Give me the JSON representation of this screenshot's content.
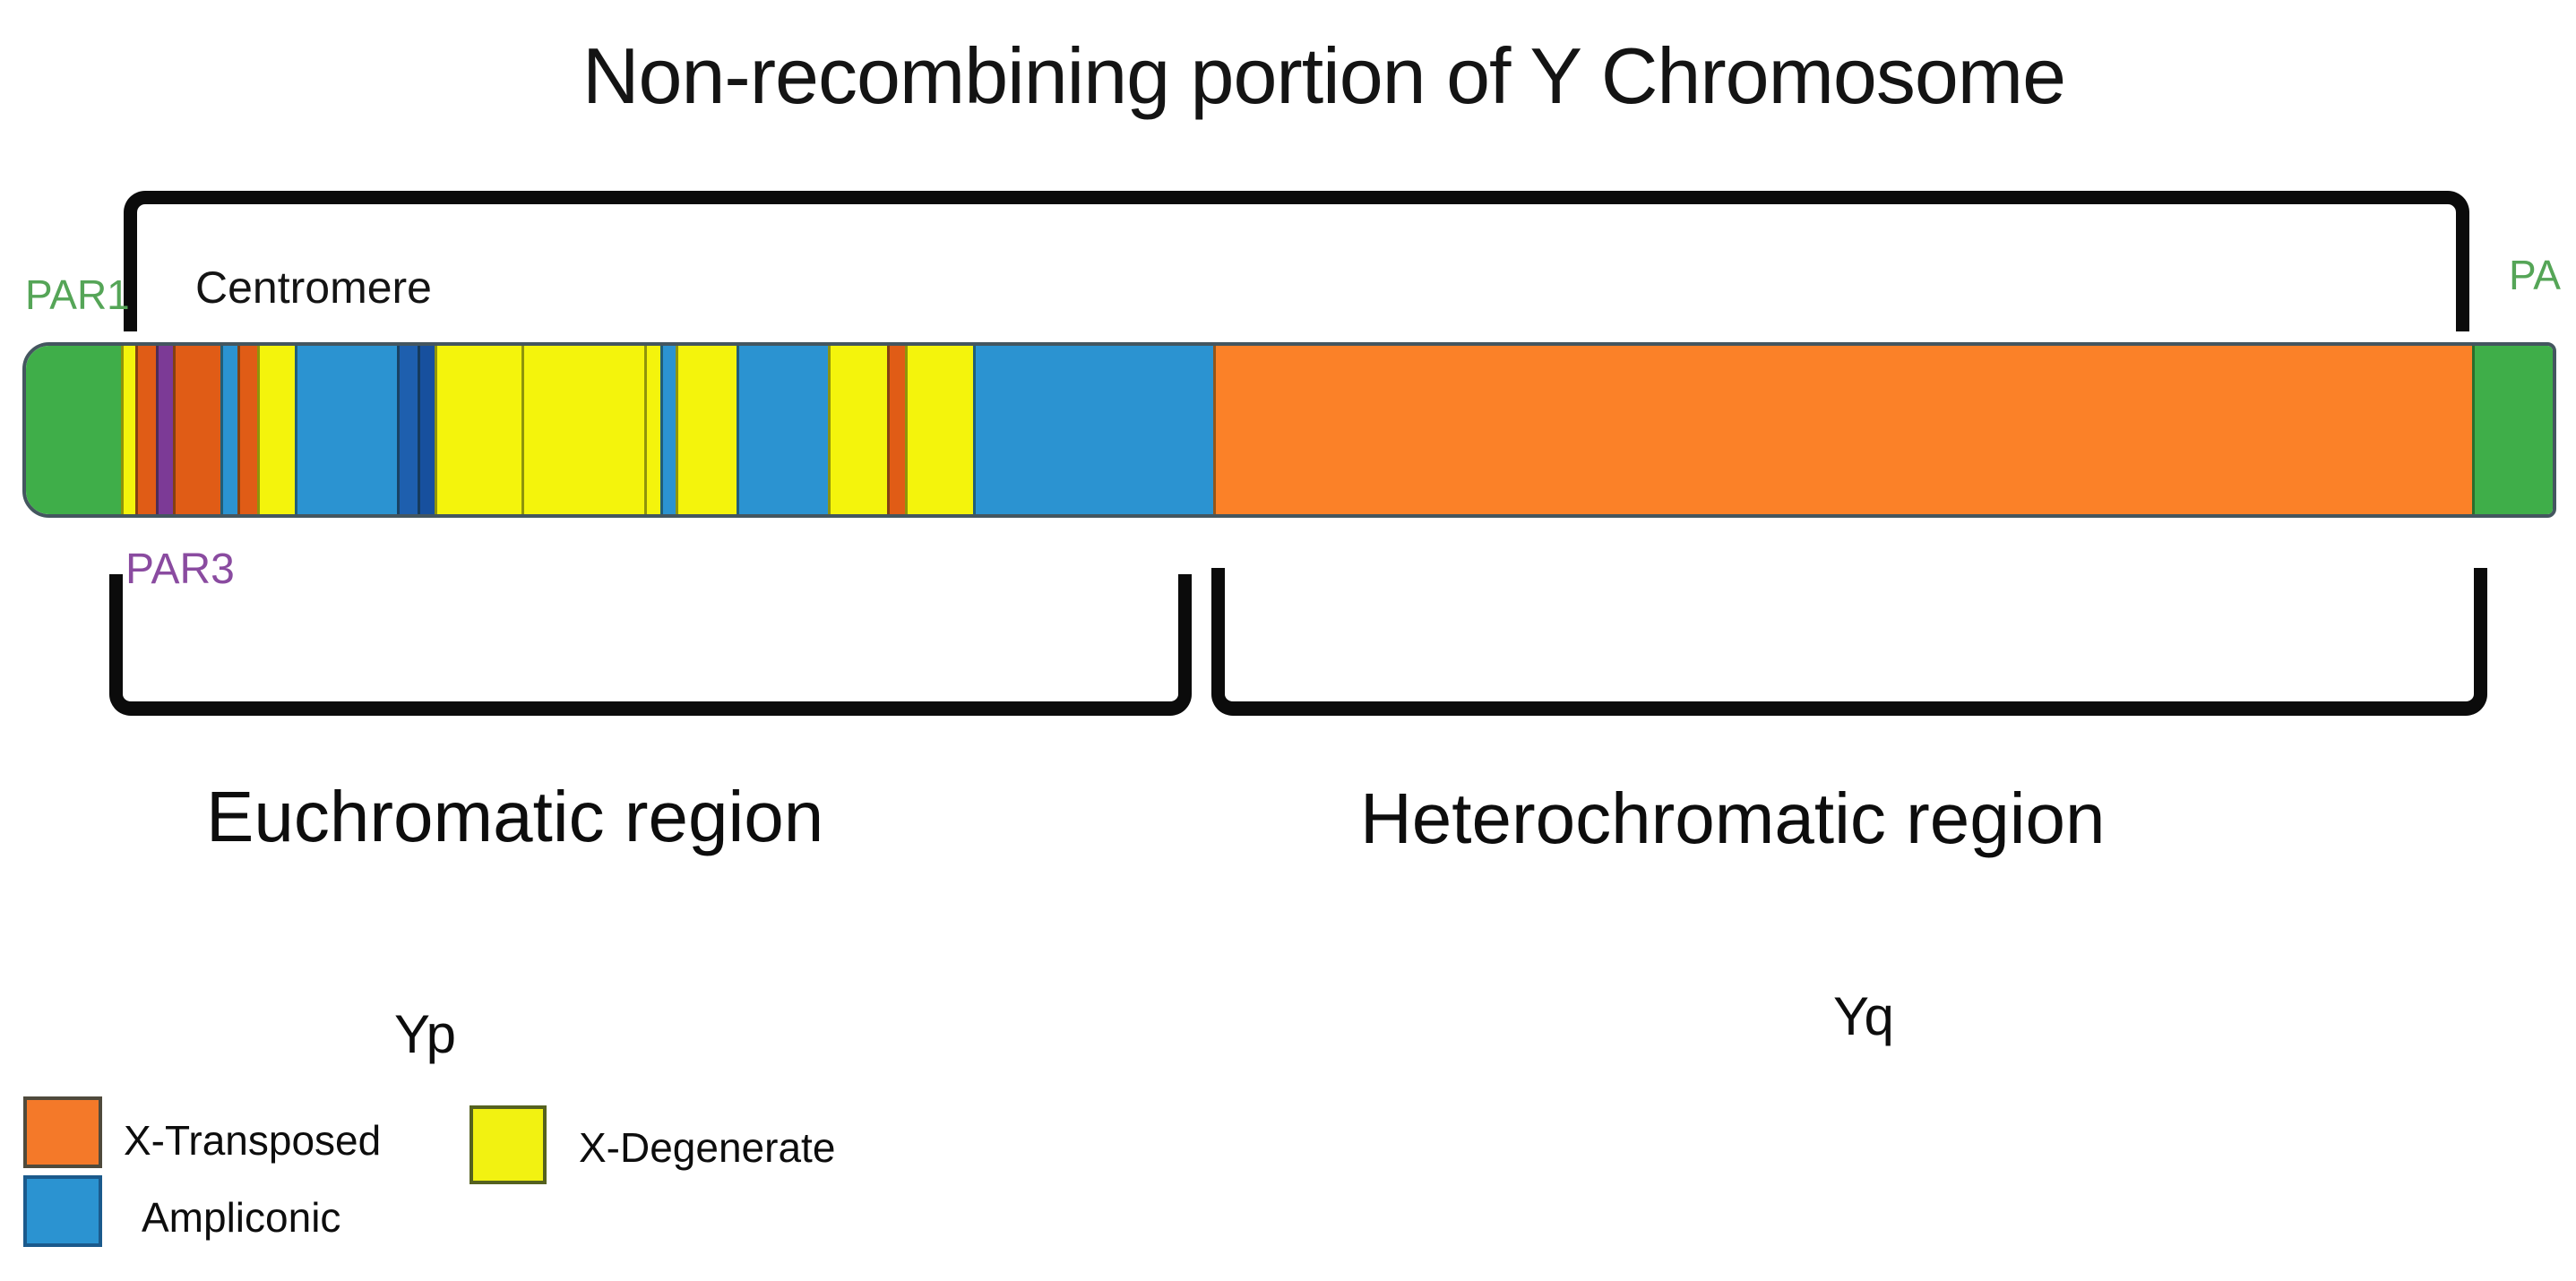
{
  "title": "Non-recombining portion of Y Chromosome",
  "colors": {
    "par_text_green": "#55a557",
    "par3_text_purple": "#8a4ba0",
    "black": "#0b0b0b",
    "bar_border": "#44565f",
    "green": "#3fae49",
    "yellow": "#f4f40c",
    "orange_band": "#e05c16",
    "orange_heterochromatic": "#fb8128",
    "purple": "#7c3a96",
    "blue": "#2b93d1",
    "dark_blue": "#1e5fae",
    "dark_blue_2": "#17509e"
  },
  "labels": {
    "par1": "PAR1",
    "centromere": "Centromere",
    "par2": "PA",
    "par3": "PAR3",
    "euchromatic": "Euchromatic region",
    "heterochromatic": "Heterochromatic region",
    "yp": "Yp",
    "yq": "Yq"
  },
  "chromosome": {
    "description": "Y chromosome ideogram drawn left (Yp/PAR1) to right (Yq/PAR2), euchromatic region then heterochromatic region",
    "segments": [
      {
        "name": "par1",
        "color": "#3fae49",
        "width_pct": 3.75
      },
      {
        "name": "x-degenerate-1",
        "color": "#f4f40c",
        "width_pct": 0.57
      },
      {
        "name": "x-transposed-1",
        "color": "#e05c16",
        "width_pct": 0.81
      },
      {
        "name": "par3",
        "color": "#7c3a96",
        "width_pct": 0.67
      },
      {
        "name": "x-transposed-2",
        "color": "#e05c16",
        "width_pct": 1.91
      },
      {
        "name": "ampliconic-1",
        "color": "#2b93d1",
        "width_pct": 0.67
      },
      {
        "name": "x-transposed-3",
        "color": "#e05c16",
        "width_pct": 0.78
      },
      {
        "name": "x-degenerate-2",
        "color": "#f4f40c",
        "width_pct": 1.49
      },
      {
        "name": "ampliconic-2",
        "color": "#2b93d1",
        "width_pct": 4.03
      },
      {
        "name": "centromere-band-1",
        "color": "#1e5fae",
        "width_pct": 0.81
      },
      {
        "name": "centromere-band-2",
        "color": "#17509e",
        "width_pct": 0.67
      },
      {
        "name": "x-degenerate-3",
        "color": "#f4f40c",
        "width_pct": 3.47
      },
      {
        "name": "x-degenerate-4",
        "color": "#f4f40c",
        "width_pct": 4.84
      },
      {
        "name": "x-degenerate-5",
        "color": "#f4f40c",
        "width_pct": 0.64
      },
      {
        "name": "ampliconic-3",
        "color": "#2b93d1",
        "width_pct": 0.6
      },
      {
        "name": "x-degenerate-6",
        "color": "#f4f40c",
        "width_pct": 2.4
      },
      {
        "name": "ampliconic-4",
        "color": "#2b93d1",
        "width_pct": 3.64
      },
      {
        "name": "x-degenerate-7",
        "color": "#f4f40c",
        "width_pct": 2.33
      },
      {
        "name": "x-transposed-4",
        "color": "#e05c16",
        "width_pct": 0.71
      },
      {
        "name": "x-degenerate-8",
        "color": "#f4f40c",
        "width_pct": 2.69
      },
      {
        "name": "ampliconic-5",
        "color": "#2b93d1",
        "width_pct": 9.51
      },
      {
        "name": "heterochromatic",
        "color": "#fb8128",
        "width_pct": 49.82
      },
      {
        "name": "par2",
        "color": "#3fae49",
        "width_pct": 3.18
      }
    ]
  },
  "legend": {
    "items": [
      {
        "label": "X-Transposed",
        "color": "#f47929",
        "border": "#4f4a3c"
      },
      {
        "label": "Ampliconic",
        "color": "#2b93d1",
        "border": "#1b5a8c"
      },
      {
        "label": "X-Degenerate",
        "color": "#f2f211",
        "border": "#55611f"
      }
    ]
  }
}
